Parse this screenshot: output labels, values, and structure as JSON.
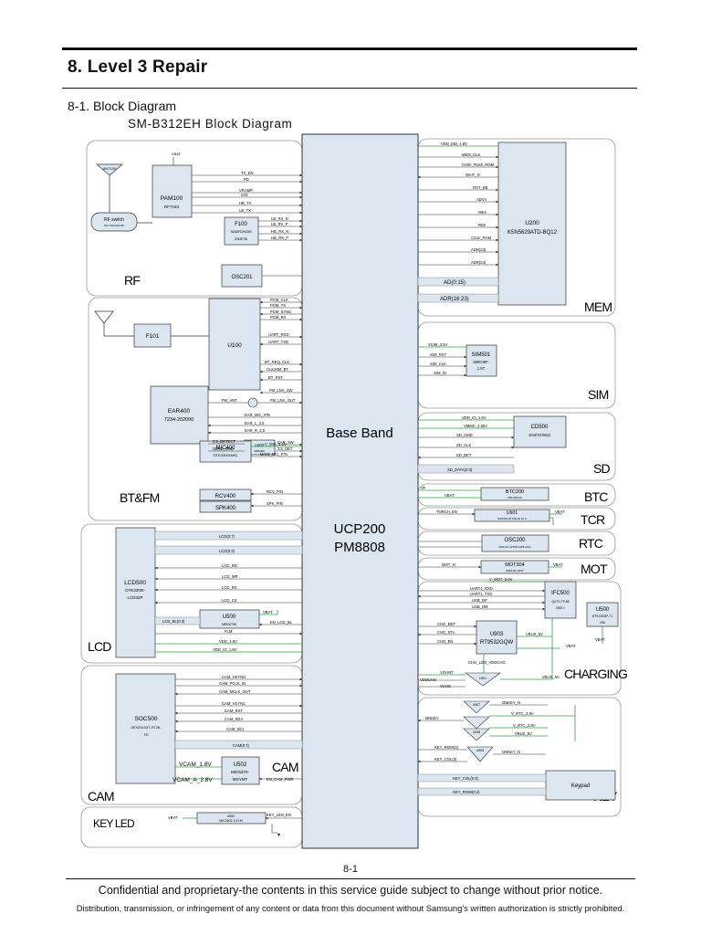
{
  "header": {
    "section_title": "8. Level 3 Repair",
    "subsection": "8-1. Block Diagram",
    "diagram_caption": "SM-B312EH Block Diagram"
  },
  "diagram": {
    "center": {
      "title": "Base Band",
      "chip_line1": "UCP200",
      "chip_line2": "PM8808"
    },
    "section_labels": {
      "rf": "RF",
      "btfm": "BT&FM",
      "lcd": "LCD",
      "cam": "CAM",
      "keyled": "KEY LED",
      "mem": "MEM",
      "sim": "SIM",
      "sd": "SD",
      "btc": "BTC",
      "tcr": "TCR",
      "rtc": "RTC",
      "mot": "MOT",
      "charging": "CHARGING",
      "key": "KEY",
      "cam_inline": "CAM"
    },
    "blocks": {
      "ant100": "ANT100",
      "rf_switch": "RF switch",
      "rf_switch_pn": "SKY 000-000 RF",
      "pam100": "PAM100",
      "pam100_pn": "RF7193",
      "f100": "F100",
      "f100_pn1": "SAWFD943M",
      "f100_pn2": "CN9F3K",
      "osc201": "OSC201",
      "f101": "F101",
      "u100": "U100",
      "u400": "U400",
      "u400_pn": "0000000",
      "ear400": "EAR400",
      "ear400_pn": "7234-202000",
      "mic400": "MIC400",
      "mic400_pn": "OTE3300I-MIC",
      "rcv400": "RCV400",
      "spk400": "SPK400",
      "lcd500": "LCD500",
      "lcd500_pn1": "OTE3300I-",
      "lcd500_pn2": "LCD32P",
      "u500": "U500",
      "u500_pn": "MRD0706",
      "soc500": "SOC500",
      "soc500_pn1": "3EX201037-ST26-",
      "soc500_pn2": "7H",
      "u502": "U502",
      "u502_pn1": "MIC5370-",
      "u502_pn2": "MDYMT",
      "keyled_ic": "U800",
      "keyled_ic_pn": "MIC2602-3.3YM",
      "u200": "U200",
      "u200_pn": "K5N5629ATD-BQ12",
      "sim501": "SIM501",
      "sim501_pn1": "5000-8P-",
      "sim501_pn2": "1.5T",
      "cd500": "CD500",
      "cd500_pn": "104070-0811",
      "btc200": "BTC200",
      "btc200_pn": "000-000-00",
      "u601": "U601",
      "u601_pn": "SN0010-00 MACH 10 A",
      "osc200": "OSC200",
      "osc200_pn": "XR4-FC-32768-14PF-4GS",
      "mot304": "MOT304",
      "mot304_pn": "0003-00_MOT",
      "ifc500": "IFC500",
      "ifc500_pn1": "QUTO-TP-88",
      "ifc500_pn2": "0000 1",
      "u500r": "U500",
      "u500r_pn1": "BTS10003P-71",
      "u500r_pn2": "098",
      "u903": "U903",
      "u903_pn": "RT9532GQW",
      "u901": "U901",
      "u907": "U907",
      "u908": "U908",
      "u905": "U905",
      "keypad": "Keypad"
    },
    "signals": {
      "vbat": "VBAT",
      "tx_en": "TX_EN",
      "pd": "PD",
      "vramp": "VRAMP",
      "cntl": "Cntl",
      "hb_tx": "HB_TX",
      "lb_tx": "LB_TX",
      "lb_rx_n": "LB_RX_N",
      "lb_rx_p": "LB_RX_P",
      "hb_rx_n": "HB_RX_N",
      "hb_rx_p": "HB_RX_P",
      "pcm_clk": "PCM_CLK",
      "pcm_tx": "PCM_TX",
      "pcm_sync": "PCM_SYNC",
      "pcm_rx": "PCM_RX",
      "uart_rxd": "UART_RXD",
      "uart_txd": "UART_TXD",
      "bt_req": "BT_REQ_CLK",
      "clk26m": "CLK26M_BT",
      "bt_rst": "BT_RST",
      "fm_lna_sw": "FM_LNA_SW",
      "fm_ant": "FM_ANT",
      "fm_lna_out": "FM_LNA_OUT",
      "ear_mic_pn": "EAR_MIC_P/N",
      "ear_l": "EAR_L_3.5",
      "ear_r": "EAR_R_3.5",
      "detect": "3.5_DETECT",
      "send_end": "SEND_END",
      "ear_sw": "EAR_SW",
      "det": "3.5_DET",
      "v_mic": "V_MIC_2.2V",
      "main_mic": "MAIN_MIC_P/N",
      "rcv_pn": "RCV_P/N",
      "spk_pn": "SPK_P/N",
      "lcd_d_hi": "LCD(0:7)",
      "lcd_d_lo": "LCD(0:3)",
      "lcd_rd": "LCD_RD",
      "lcd_wr": "LCD_WR",
      "lcd_rs": "LCD_RS",
      "lcd_cs": "LCD_CS",
      "lcd_bl": "LCD_BL(0:2)",
      "en_lcd_bl": "EN_LCD_BL",
      "flm": "FLM",
      "vdd_28": "VDD_2.8V",
      "vdd_io": "VDD_IO_1.8V",
      "cam_hsync": "CAM_HSYNC",
      "cam_pclk": "CAM_PCLK_IN",
      "cam_mclk": "CAM_MCLK_OUT",
      "cam_vsync": "CAM_VSYNC",
      "cam_rst": "CAM_RST",
      "cam_sda": "CAM_SDA",
      "cam_scl": "CAM_SCL",
      "cam_d": "CAM(0:7)",
      "vcam_18": "VCAM_1.8V",
      "vcam_28": "VCAM_A_2.8V",
      "en_cam_pwr": "EN_CAM_PWR",
      "key_led_en": "KEY_LED_EN",
      "vdd_ebi": "VDD_EBI_1.8V",
      "mem_clk": "MEM_CLK",
      "cs0n": "CS0n_Flash_ROM",
      "wait": "WAIT_N",
      "rst_eb": "RST_EB",
      "advn": "ADVn",
      "wen": "WEn",
      "rdn": "RDn",
      "cs1n": "CS1n_RAM",
      "adr23": "ADR(23)",
      "adr24": "ADR(24)",
      "ad_0_15": "AD(0:15)",
      "adr_16_23": "ADR(16:23)",
      "vsim": "VSIM_3.0V",
      "sim_rst": "SIM_RST",
      "sim_clk": "SIM_CLK",
      "sim_io": "SIM_IO",
      "vdd_io_sd": "VDD_IO_1.8V",
      "vmmc": "VMMC_2.85V",
      "sd_cmd": "SD_CMD",
      "sd_clk": "SD_CLK",
      "sd_det": "SD_DET",
      "sd_data": "SD_DATA(0:3)",
      "vf": "VF",
      "torch_en": "TORCH_EN",
      "mot_n": "MOT_N",
      "v_mot": "V_MOT_3.0V",
      "uart1_rxd": "UART1_RXD",
      "uart1_txd": "UART1_TXD",
      "usb_dp": "USB_DP",
      "usb_dm": "USB_DM",
      "chg_det": "CHG_DET",
      "chg_sta": "CHG_STA",
      "chg_en": "CHG_EN",
      "vbus": "VBUS_5V",
      "chg_ldo": "CHG_LDO_VDDCHG",
      "vghnt": "VGHNT",
      "vddchg": "VDDCHG",
      "vchg": "VCHG",
      "onkey": "ONKEY",
      "onkey_n": "ONKEY_N",
      "v_rtc": "V_RTC_2.8V",
      "key_row4": "KEY_ROW(4)",
      "key_col3": "KEY_COL(3)",
      "key_col": "KEY_COL(0:4)",
      "key_row": "KEY_ROW(0:4)"
    }
  },
  "footer": {
    "page_number": "8-1",
    "line1": "Confidential and proprietary-the contents in this service guide subject to change without prior notice.",
    "line2": "Distribution, transmission, or infringement of any content or data from this document without Samsung's written authorization is strictly prohibited."
  }
}
